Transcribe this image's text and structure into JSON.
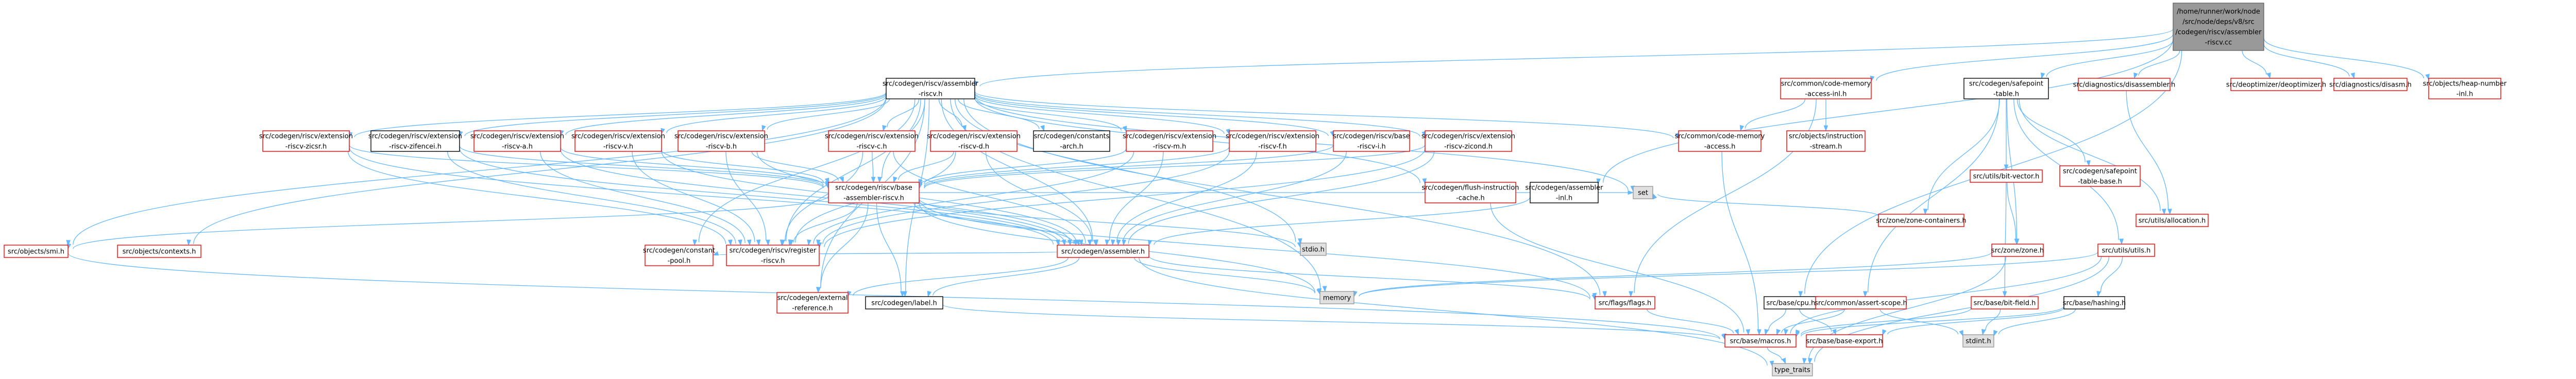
{
  "colors": {
    "edge": "#63b8ff",
    "root_fill": "#999999",
    "root_stroke": "#666666",
    "link_fill": "#ffffff",
    "link_stroke": "#ff0000",
    "plain_stroke": "#000000",
    "system_fill": "#e0e0e0",
    "system_stroke": "#999999",
    "text": "#000000"
  },
  "nodes": [
    {
      "id": "root",
      "kind": "root",
      "lines": [
        "/home/runner/work/node",
        "/src/node/deps/v8/src",
        "/codegen/riscv/assembler",
        "-riscv.cc"
      ]
    },
    {
      "id": "asm_riscv_h",
      "kind": "plain",
      "lines": [
        "src/codegen/riscv/assembler",
        "-riscv.h"
      ]
    },
    {
      "id": "ext_zicsr",
      "kind": "link",
      "lines": [
        "src/codegen/riscv/extension",
        "-riscv-zicsr.h"
      ]
    },
    {
      "id": "ext_zifencei",
      "kind": "plain",
      "lines": [
        "src/codegen/riscv/extension",
        "-riscv-zifencei.h"
      ]
    },
    {
      "id": "ext_a",
      "kind": "link",
      "lines": [
        "src/codegen/riscv/extension",
        "-riscv-a.h"
      ]
    },
    {
      "id": "ext_v",
      "kind": "link",
      "lines": [
        "src/codegen/riscv/extension",
        "-riscv-v.h"
      ]
    },
    {
      "id": "ext_b",
      "kind": "link",
      "lines": [
        "src/codegen/riscv/extension",
        "-riscv-b.h"
      ]
    },
    {
      "id": "ext_c",
      "kind": "link",
      "lines": [
        "src/codegen/riscv/extension",
        "-riscv-c.h"
      ]
    },
    {
      "id": "ext_d",
      "kind": "link",
      "lines": [
        "src/codegen/riscv/extension",
        "-riscv-d.h"
      ]
    },
    {
      "id": "constants_arch",
      "kind": "plain",
      "lines": [
        "src/codegen/constants",
        "-arch.h"
      ]
    },
    {
      "id": "ext_m",
      "kind": "link",
      "lines": [
        "src/codegen/riscv/extension",
        "-riscv-m.h"
      ]
    },
    {
      "id": "ext_f",
      "kind": "link",
      "lines": [
        "src/codegen/riscv/extension",
        "-riscv-f.h"
      ]
    },
    {
      "id": "base_i",
      "kind": "link",
      "lines": [
        "src/codegen/riscv/base",
        "-riscv-i.h"
      ]
    },
    {
      "id": "ext_zicond",
      "kind": "link",
      "lines": [
        "src/codegen/riscv/extension",
        "-riscv-zicond.h"
      ]
    },
    {
      "id": "code_memory_access",
      "kind": "link",
      "lines": [
        "src/common/code-memory",
        "-access.h"
      ]
    },
    {
      "id": "code_memory_access_inl",
      "kind": "link",
      "lines": [
        "src/common/code-memory",
        "-access-inl.h"
      ]
    },
    {
      "id": "instruction_stream",
      "kind": "link",
      "lines": [
        "src/objects/instruction",
        "-stream.h"
      ]
    },
    {
      "id": "base_asm_riscv",
      "kind": "link",
      "lines": [
        "src/codegen/riscv/base",
        "-assembler-riscv.h"
      ]
    },
    {
      "id": "flush_icache",
      "kind": "link",
      "lines": [
        "src/codegen/flush-instruction",
        "-cache.h"
      ]
    },
    {
      "id": "asm_inl",
      "kind": "plain",
      "lines": [
        "src/codegen/assembler",
        "-inl.h"
      ]
    },
    {
      "id": "set",
      "kind": "system",
      "lines": [
        "set"
      ]
    },
    {
      "id": "stdio",
      "kind": "system",
      "lines": [
        "stdio.h"
      ]
    },
    {
      "id": "objects_smi",
      "kind": "link",
      "lines": [
        "src/objects/smi.h"
      ]
    },
    {
      "id": "objects_contexts",
      "kind": "link",
      "lines": [
        "src/objects/contexts.h"
      ]
    },
    {
      "id": "constant_pool",
      "kind": "link",
      "lines": [
        "src/codegen/constant",
        "-pool.h"
      ]
    },
    {
      "id": "register_riscv",
      "kind": "link",
      "lines": [
        "src/codegen/riscv/register",
        "-riscv.h"
      ]
    },
    {
      "id": "assembler_h",
      "kind": "link",
      "lines": [
        "src/codegen/assembler.h"
      ]
    },
    {
      "id": "memory",
      "kind": "system",
      "lines": [
        "memory"
      ]
    },
    {
      "id": "external_ref",
      "kind": "link",
      "lines": [
        "src/codegen/external",
        "-reference.h"
      ]
    },
    {
      "id": "label",
      "kind": "plain",
      "lines": [
        "src/codegen/label.h"
      ]
    },
    {
      "id": "flags",
      "kind": "link",
      "lines": [
        "src/flags/flags.h"
      ]
    },
    {
      "id": "cpu",
      "kind": "plain",
      "lines": [
        "src/base/cpu.h"
      ]
    },
    {
      "id": "macros",
      "kind": "link",
      "lines": [
        "src/base/macros.h"
      ]
    },
    {
      "id": "base_export",
      "kind": "link",
      "lines": [
        "src/base/base-export.h"
      ]
    },
    {
      "id": "type_traits",
      "kind": "system",
      "lines": [
        "type_traits"
      ]
    },
    {
      "id": "stdint",
      "kind": "system",
      "lines": [
        "stdint.h"
      ]
    },
    {
      "id": "safepoint",
      "kind": "plain",
      "lines": [
        "src/codegen/safepoint",
        "-table.h"
      ]
    },
    {
      "id": "zone_containers",
      "kind": "link",
      "lines": [
        "src/zone/zone-containers.h"
      ]
    },
    {
      "id": "bit_vector",
      "kind": "link",
      "lines": [
        "src/utils/bit-vector.h"
      ]
    },
    {
      "id": "safepoint_base",
      "kind": "link",
      "lines": [
        "src/codegen/safepoint",
        "-table-base.h"
      ]
    },
    {
      "id": "allocation",
      "kind": "link",
      "lines": [
        "src/utils/allocation.h"
      ]
    },
    {
      "id": "utils_h",
      "kind": "link",
      "lines": [
        "src/utils/utils.h"
      ]
    },
    {
      "id": "zone_h",
      "kind": "link",
      "lines": [
        "src/zone/zone.h"
      ]
    },
    {
      "id": "assert_scope",
      "kind": "link",
      "lines": [
        "src/common/assert-scope.h"
      ]
    },
    {
      "id": "bit_field",
      "kind": "link",
      "lines": [
        "src/base/bit-field.h"
      ]
    },
    {
      "id": "hashing",
      "kind": "plain",
      "lines": [
        "src/base/hashing.h"
      ]
    },
    {
      "id": "diag_disasm",
      "kind": "link",
      "lines": [
        "src/diagnostics/disassembler.h"
      ]
    },
    {
      "id": "deoptimizer",
      "kind": "link",
      "lines": [
        "src/deoptimizer/deoptimizer.h"
      ]
    },
    {
      "id": "disasm",
      "kind": "link",
      "lines": [
        "src/diagnostics/disasm.h"
      ]
    },
    {
      "id": "heap_number",
      "kind": "link",
      "lines": [
        "src/objects/heap-number",
        "-inl.h"
      ]
    }
  ]
}
